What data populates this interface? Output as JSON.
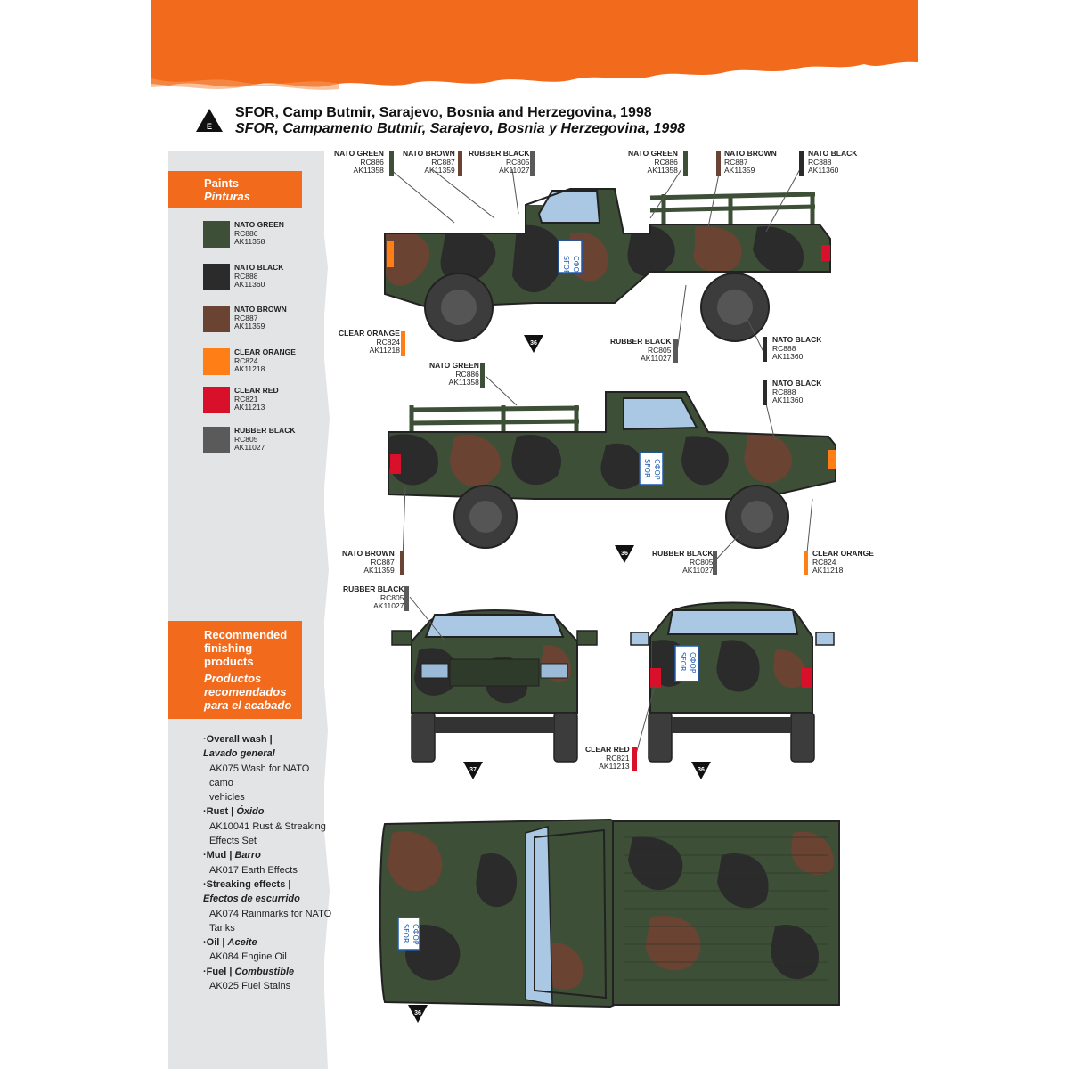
{
  "header": {
    "profile_letter": "E",
    "title_en": "SFOR, Camp Butmir, Sarajevo, Bosnia and Herzegovina, 1998",
    "title_es": "SFOR, Campamento Butmir, Sarajevo, Bosnia y Herzegovina, 1998"
  },
  "colors": {
    "accent_orange": "#f26a1b",
    "nato_green": "#3e4f37",
    "nato_black": "#2b2b2b",
    "nato_brown": "#6a4332",
    "clear_orange": "#ff7f16",
    "clear_red": "#d8102a",
    "rubber_black": "#5a5a5a",
    "sidebar_gray": "#e3e4e6"
  },
  "paints": {
    "heading_en": "Paints",
    "heading_es": "Pinturas",
    "items": [
      {
        "name": "NATO GREEN",
        "rc": "RC886",
        "ak": "AK11358",
        "color": "#3e4f37"
      },
      {
        "name": "NATO BLACK",
        "rc": "RC888",
        "ak": "AK11360",
        "color": "#2b2b2b"
      },
      {
        "name": "NATO BROWN",
        "rc": "RC887",
        "ak": "AK11359",
        "color": "#6a4332"
      },
      {
        "name": "CLEAR ORANGE",
        "rc": "RC824",
        "ak": "AK11218",
        "color": "#ff7f16"
      },
      {
        "name": "CLEAR RED",
        "rc": "RC821",
        "ak": "AK11213",
        "color": "#d8102a"
      },
      {
        "name": "RUBBER BLACK",
        "rc": "RC805",
        "ak": "AK11027",
        "color": "#5a5a5a"
      }
    ]
  },
  "finishing": {
    "heading_en_1": "Recommended",
    "heading_en_2": "finishing",
    "heading_en_3": "products",
    "heading_es_1": "Productos",
    "heading_es_2": "recomendados",
    "heading_es_3": "para el acabado",
    "items": [
      {
        "en": "Overall wash",
        "es": "Lavado general",
        "product_1": "AK075 Wash for NATO camo",
        "product_2": "vehicles"
      },
      {
        "en": "Rust",
        "es": "Óxido",
        "product_1": "AK10041 Rust & Streaking",
        "product_2": "Effects Set"
      },
      {
        "en": "Mud",
        "es": "Barro",
        "product_1": "AK017 Earth Effects",
        "product_2": ""
      },
      {
        "en": "Streaking effects",
        "es": "Efectos de escurrido",
        "product_1": "AK074 Rainmarks for NATO",
        "product_2": "Tanks"
      },
      {
        "en": "Oil",
        "es": "Aceite",
        "product_1": "AK084 Engine Oil",
        "product_2": ""
      },
      {
        "en": "Fuel",
        "es": "Combustible",
        "product_1": "AK025 Fuel Stains",
        "product_2": ""
      }
    ]
  },
  "callouts": {
    "side1_green": {
      "name": "NATO GREEN",
      "rc": "RC886",
      "ak": "AK11358"
    },
    "side1_brown": {
      "name": "NATO BROWN",
      "rc": "RC887",
      "ak": "AK11359"
    },
    "side1_rubber": {
      "name": "RUBBER BLACK",
      "rc": "RC805",
      "ak": "AK11027"
    },
    "side1_green2": {
      "name": "NATO GREEN",
      "rc": "RC886",
      "ak": "AK11358"
    },
    "side1_brown2": {
      "name": "NATO BROWN",
      "rc": "RC887",
      "ak": "AK11359"
    },
    "side1_black": {
      "name": "NATO BLACK",
      "rc": "RC888",
      "ak": "AK11360"
    },
    "side1_orange": {
      "name": "CLEAR ORANGE",
      "rc": "RC824",
      "ak": "AK11218"
    },
    "side1_rubber2": {
      "name": "RUBBER BLACK",
      "rc": "RC805",
      "ak": "AK11027"
    },
    "side1_black2": {
      "name": "NATO BLACK",
      "rc": "RC888",
      "ak": "AK11360"
    },
    "side2_green": {
      "name": "NATO GREEN",
      "rc": "RC886",
      "ak": "AK11358"
    },
    "side2_black": {
      "name": "NATO BLACK",
      "rc": "RC888",
      "ak": "AK11360"
    },
    "side2_brown": {
      "name": "NATO BROWN",
      "rc": "RC887",
      "ak": "AK11359"
    },
    "side2_rubber": {
      "name": "RUBBER BLACK",
      "rc": "RC805",
      "ak": "AK11027"
    },
    "side2_orange": {
      "name": "CLEAR ORANGE",
      "rc": "RC824",
      "ak": "AK11218"
    },
    "front_rubber": {
      "name": "RUBBER BLACK",
      "rc": "RC805",
      "ak": "AK11027"
    },
    "rear_red": {
      "name": "CLEAR RED",
      "rc": "RC821",
      "ak": "AK11213"
    }
  },
  "markers": {
    "side1": "36",
    "side2": "36",
    "front": "37",
    "rear": "36",
    "top": "36"
  },
  "decals": {
    "latin": "SFOR",
    "cyrillic": "СФОР"
  }
}
